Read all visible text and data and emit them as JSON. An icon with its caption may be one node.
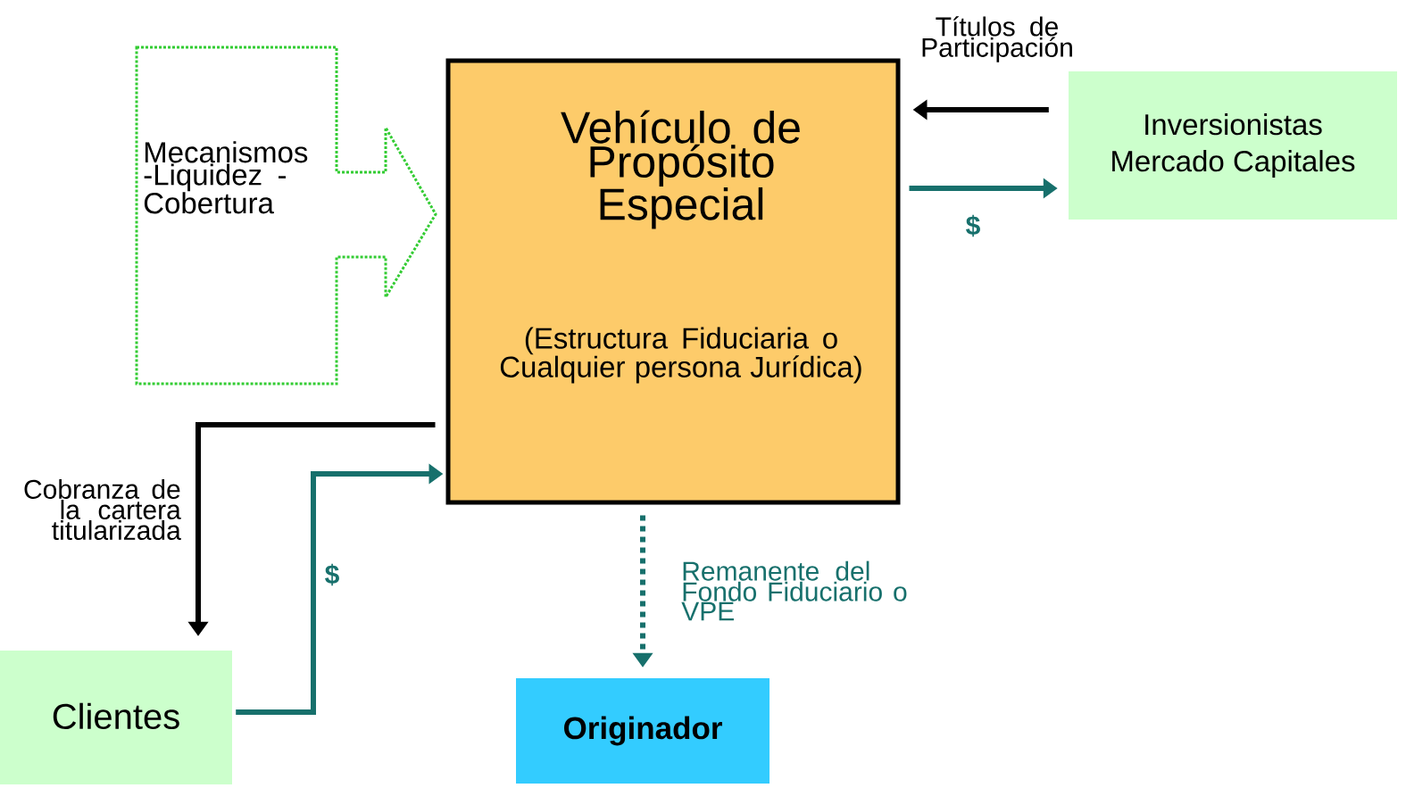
{
  "diagram": {
    "nodes": [
      {
        "text": [
          "Vehículo de Propósito Especial",
          "(Estructura Fiduciaria o Cualquier persona Jurídica)"
        ]
      },
      {
        "text": [
          "Inversionistas Mercado Capitales"
        ]
      },
      {
        "text": [
          "Clientes"
        ]
      },
      {
        "text": [
          "Originador"
        ]
      },
      {
        "text": [
          "Mecanismos -Liquidez -Cobertura"
        ]
      }
    ],
    "edges": [
      {
        "from": 1,
        "to": 0,
        "arrow": "to",
        "label": "Títulos de Participación",
        "color": "#000000"
      },
      {
        "from": 0,
        "to": 1,
        "arrow": "to",
        "label": "$",
        "color": "#17706c"
      },
      {
        "from": 0,
        "to": 2,
        "arrow": "to",
        "label": "Cobranza de la cartera titularizada",
        "color": "#000000"
      },
      {
        "from": 2,
        "to": 0,
        "arrow": "to",
        "label": "$",
        "color": "#17706c"
      },
      {
        "from": 0,
        "to": 3,
        "arrow": "to",
        "label": "Remanente del Fondo Fiduciario o VPE",
        "style": "dashed",
        "color": "#17706c"
      }
    ]
  }
}
